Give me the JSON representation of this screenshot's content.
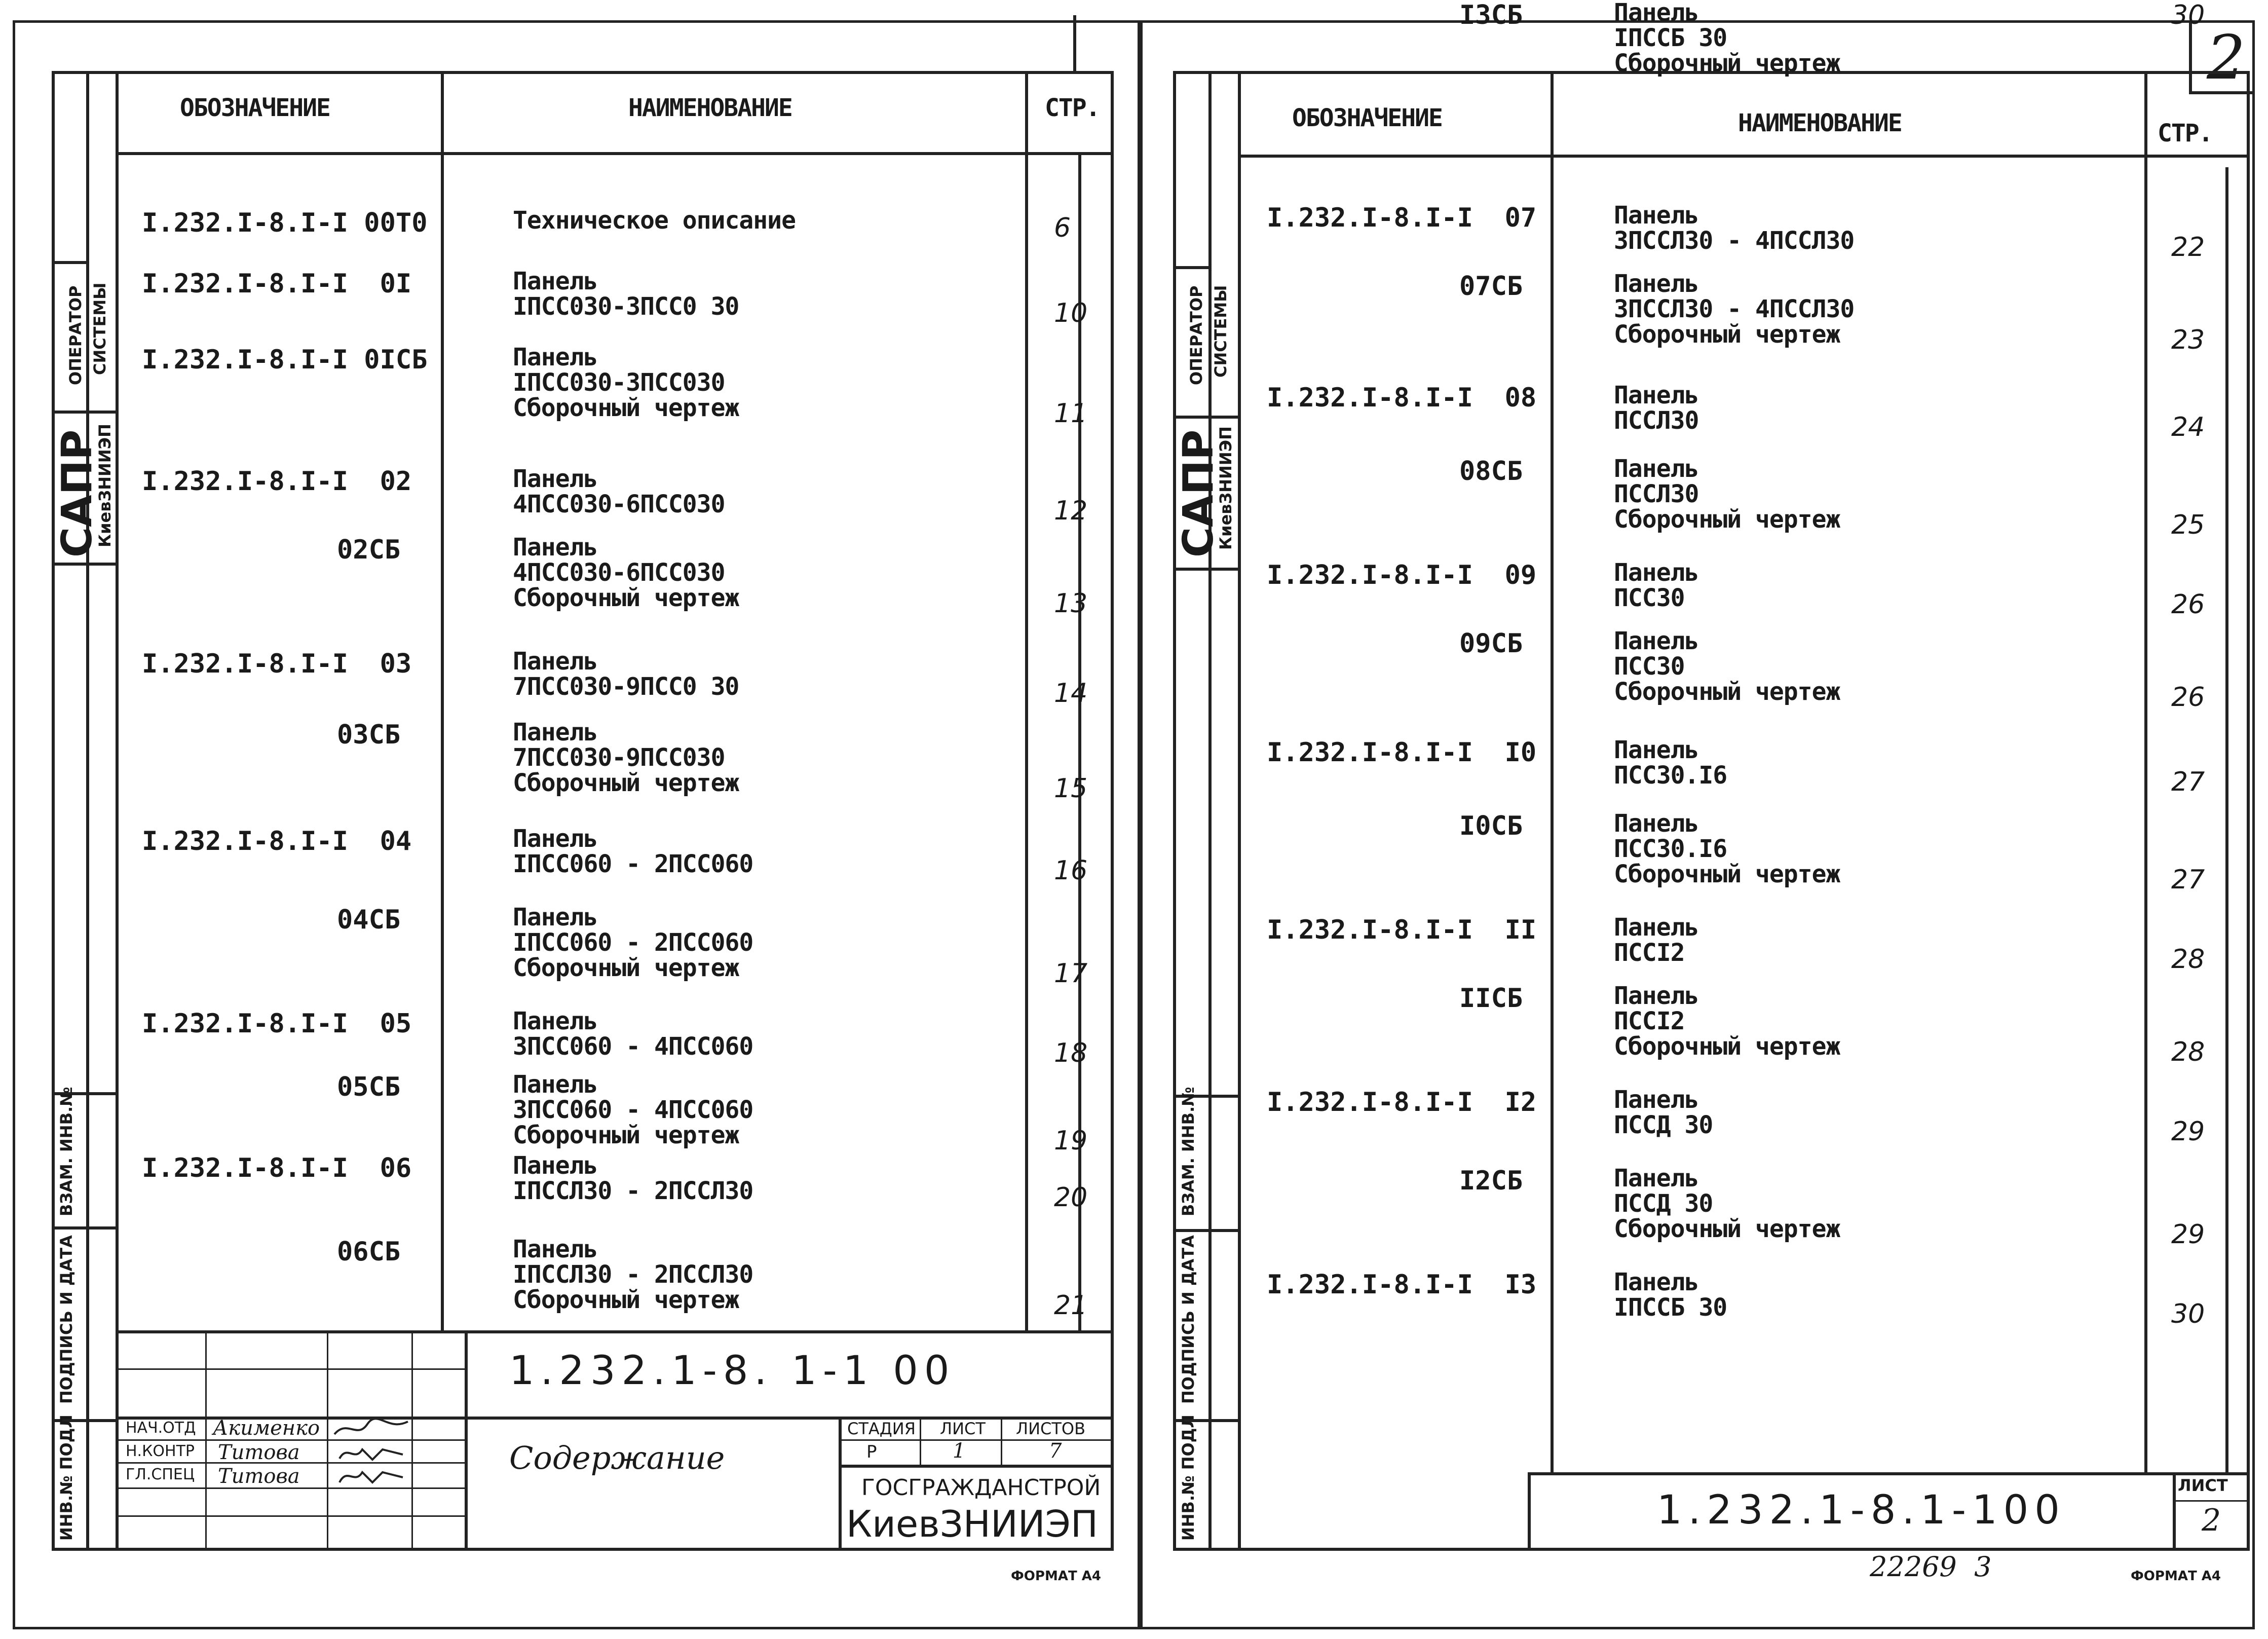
{
  "headers": {
    "designation": "ОБОЗНАЧЕНИЕ",
    "name": "НАИМЕНОВАНИЕ",
    "page": "СТР."
  },
  "side": {
    "operator": "ОПЕРАТОР",
    "system": "СИСТЕМЫ",
    "sapr": "САПР",
    "org_small": "КиевЗНИИЭП",
    "vzam": "ВЗАМ. ИНВ.№",
    "sign": "ПОДПИСЬ И ДАТА",
    "inv": "ИНВ.№ ПОДЛ"
  },
  "left": {
    "rows": [
      {
        "code": "I.232.I-8.I-I 00Т0",
        "name": "Техническое описание",
        "page": "6"
      },
      {
        "code": "I.232.I-8.I-I  0I",
        "name": "Панель\nIПСС030-3ПСС0 30",
        "page": "10"
      },
      {
        "code": "I.232.I-8.I-I 0IСБ",
        "name": "Панель\nIПСС030-3ПСС030\nСборочный чертеж",
        "page": "11"
      },
      {
        "code": "I.232.I-8.I-I  02",
        "name": "Панель\n4ПСС030-6ПСС030",
        "page": "12"
      },
      {
        "code": "02СБ",
        "name": "Панель\n4ПСС030-6ПСС030\nСборочный чертеж",
        "page": "13"
      },
      {
        "code": "I.232.I-8.I-I  03",
        "name": "Панель\n7ПСС030-9ПСС0 30",
        "page": "14"
      },
      {
        "code": "03СБ",
        "name": "Панель\n7ПСС030-9ПСС030\nСборочный чертеж",
        "page": "15"
      },
      {
        "code": "I.232.I-8.I-I  04",
        "name": "Панель\nIПСС060 - 2ПСС060",
        "page": "16"
      },
      {
        "code": "04СБ",
        "name": "Панель\nIПСС060 - 2ПСС060\nСборочный чертеж",
        "page": "17"
      },
      {
        "code": "I.232.I-8.I-I  05",
        "name": "Панель\n3ПСС060 - 4ПСС060",
        "page": "18"
      },
      {
        "code": "05СБ",
        "name": "Панель\n3ПСС060 - 4ПСС060\nСборочный чертеж",
        "page": "19"
      },
      {
        "code": "I.232.I-8.I-I  06",
        "name": "Панель\nIПССЛ30 - 2ПССЛ30",
        "page": "20"
      },
      {
        "code": "06СБ",
        "name": "Панель\nIПССЛ30 - 2ПССЛ30\nСборочный чертеж",
        "page": "21"
      }
    ],
    "doc_number": "1.232.1-8. 1-1 00",
    "title": "Содержание",
    "roles": [
      "НАЧ.ОТД",
      "Н.КОНТР",
      "ГЛ.СПЕЦ"
    ],
    "persons": [
      "Акименко",
      "Титова",
      "Титова"
    ],
    "stage_label": "СТАДИЯ",
    "sheet_label": "ЛИСТ",
    "sheets_label": "ЛИСТОВ",
    "stage": "Р",
    "sheet": "1",
    "sheets": "7",
    "org1": "ГОСГРАЖДАНСТРОЙ",
    "org2": "КиевЗНИИЭП",
    "format": "ФОРМАТ А4"
  },
  "right": {
    "corner_number": "2",
    "rows": [
      {
        "code": "I.232.I-8.I-I  07",
        "name": "Панель\n3ПССЛ30 - 4ПССЛ30",
        "page": "22"
      },
      {
        "code": "07СБ",
        "name": "Панель\n3ПССЛ30 - 4ПССЛ30\nСборочный чертеж",
        "page": "23"
      },
      {
        "code": "I.232.I-8.I-I  08",
        "name": "Панель\nПССЛ30",
        "page": "24"
      },
      {
        "code": "08СБ",
        "name": "Панель\nПССЛ30\nСборочный чертеж",
        "page": "25"
      },
      {
        "code": "I.232.I-8.I-I  09",
        "name": "Панель\nПСС30",
        "page": "26"
      },
      {
        "code": "09СБ",
        "name": "Панель\nПСС30\nСборочный чертеж",
        "page": "26"
      },
      {
        "code": "I.232.I-8.I-I  I0",
        "name": "Панель\nПСС30.I6",
        "page": "27"
      },
      {
        "code": "I0СБ",
        "name": "Панель\nПСС30.I6\nСборочный чертеж",
        "page": "27"
      },
      {
        "code": "I.232.I-8.I-I  II",
        "name": "Панель\nПССI2",
        "page": "28"
      },
      {
        "code": "IIСБ",
        "name": "Панель\nПССI2\nСборочный чертеж",
        "page": "28"
      },
      {
        "code": "I.232.I-8.I-I  I2",
        "name": "Панель\nПССД 30",
        "page": "29"
      },
      {
        "code": "I2СБ",
        "name": "Панель\nПССД 30\nСборочный чертеж",
        "page": "29"
      },
      {
        "code": "I.232.I-8.I-I  I3",
        "name": "Панель\nIПССБ 30",
        "page": "30"
      },
      {
        "code": "I3СБ",
        "name": "Панель\nIПССБ 30\nСборочный чертеж",
        "page": "30"
      }
    ],
    "doc_number": "1.232.1-8.1-100",
    "sheet_label": "ЛИСТ",
    "sheet": "2",
    "stamp": "22269  3",
    "format": "ФОРМАТ А4"
  }
}
